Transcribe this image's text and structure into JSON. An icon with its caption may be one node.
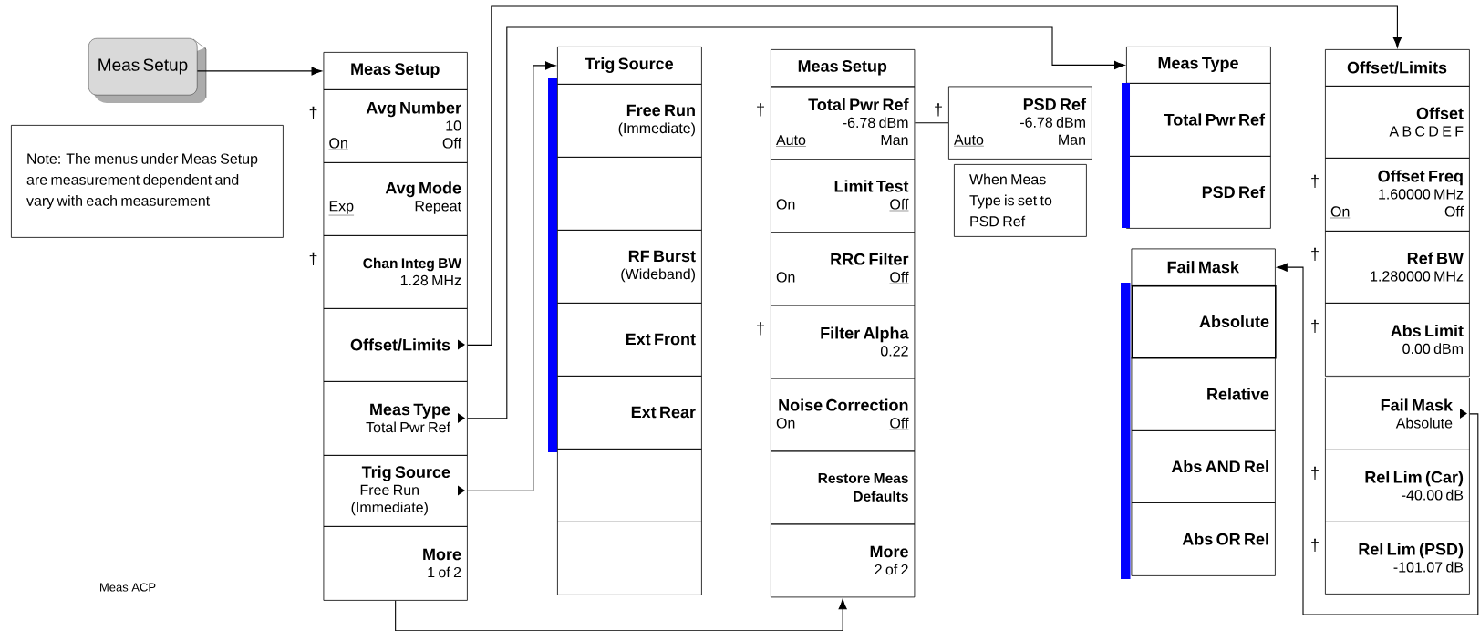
{
  "diagram": {
    "nodes": [
      {
        "text": [
          "Meas Setup"
        ]
      },
      {
        "text": [
          "Note: The menus under Meas Setup are measurement dependent and vary with each measurement"
        ]
      },
      {
        "text": [
          "Meas Setup"
        ]
      },
      {
        "text": [
          "Avg Number",
          "10",
          "On",
          "Off"
        ],
        "beside": [
          "†"
        ]
      },
      {
        "text": [
          "Avg Mode",
          "Exp",
          "Repeat"
        ]
      },
      {
        "text": [
          "Chan Integ BW",
          "1.28 MHz"
        ],
        "beside": [
          "†"
        ]
      },
      {
        "text": [
          "Offset/Limits"
        ]
      },
      {
        "text": [
          "Meas Type",
          "Total Pwr Ref"
        ]
      },
      {
        "text": [
          "Trig Source",
          "Free Run (Immediate)"
        ]
      },
      {
        "text": [
          "More",
          "1 of 2"
        ]
      },
      {
        "text": [
          "Trig Source"
        ]
      },
      {
        "text": [
          "Free Run",
          "(Immediate)"
        ]
      },
      {
        "text": [],
        "shape": "box"
      },
      {
        "text": [
          "RF Burst",
          "(Wideband)"
        ]
      },
      {
        "text": [
          "Ext Front"
        ]
      },
      {
        "text": [
          "Ext Rear"
        ]
      },
      {
        "text": [],
        "shape": "box"
      },
      {
        "text": [],
        "shape": "box"
      },
      {
        "text": [
          "Meas Setup"
        ]
      },
      {
        "text": [
          "Total Pwr Ref",
          "-6.78 dBm",
          "Auto",
          "Man"
        ],
        "beside": [
          "†"
        ]
      },
      {
        "text": [
          "Limit Test",
          "On",
          "Off"
        ]
      },
      {
        "text": [
          "RRC Filter",
          "On",
          "Off"
        ]
      },
      {
        "text": [
          "Filter Alpha",
          "0.22"
        ],
        "beside": [
          "†"
        ]
      },
      {
        "text": [
          "Noise Correction",
          "On",
          "Off"
        ]
      },
      {
        "text": [
          "Restore Meas Defaults"
        ]
      },
      {
        "text": [
          "More",
          "2 of 2"
        ]
      },
      {
        "text": [
          "PSD Ref",
          "-6.78 dBm",
          "Auto",
          "Man"
        ],
        "beside": [
          "†"
        ]
      },
      {
        "text": [
          "When Meas Type is set to PSD Ref"
        ]
      },
      {
        "text": [
          "Meas Type"
        ]
      },
      {
        "text": [
          "Total Pwr Ref"
        ]
      },
      {
        "text": [
          "PSD Ref"
        ]
      },
      {
        "text": [
          "Fail Mask"
        ]
      },
      {
        "text": [
          "Absolute"
        ]
      },
      {
        "text": [
          "Relative"
        ]
      },
      {
        "text": [
          "Abs AND Rel"
        ]
      },
      {
        "text": [
          "Abs OR Rel"
        ]
      },
      {
        "text": [
          "Offset/Limits"
        ]
      },
      {
        "text": [
          "Offset",
          "A B C D E F"
        ]
      },
      {
        "text": [
          "Offset Freq",
          "1.60000 MHz",
          "On",
          "Off"
        ],
        "beside": [
          "†"
        ]
      },
      {
        "text": [
          "Ref BW",
          "1.280000 MHz"
        ],
        "beside": [
          "†"
        ]
      },
      {
        "text": [
          "Abs Limit",
          "0.00 dBm"
        ],
        "beside": [
          "†"
        ]
      },
      {
        "text": [
          "Fail Mask",
          "Absolute"
        ]
      },
      {
        "text": [
          "Rel Lim (Car)",
          "-40.00 dB"
        ],
        "beside": [
          "†"
        ]
      },
      {
        "text": [
          "Rel Lim (PSD)",
          "-101.07 dB"
        ],
        "beside": [
          "†"
        ]
      }
    ],
    "edges": [
      {
        "from": 0,
        "to": 2,
        "arrow": "to"
      },
      {
        "from": 6,
        "to": 36,
        "arrow": "to"
      },
      {
        "from": 7,
        "to": 28,
        "arrow": "to"
      },
      {
        "from": 8,
        "to": 10,
        "arrow": "to"
      },
      {
        "from": 9,
        "to": 25,
        "arrow": "to"
      },
      {
        "from": 19,
        "to": 26,
        "arrow": "none"
      },
      {
        "from": 41,
        "to": 31,
        "arrow": "to"
      }
    ],
    "labels": [
      "Meas ACP"
    ]
  }
}
